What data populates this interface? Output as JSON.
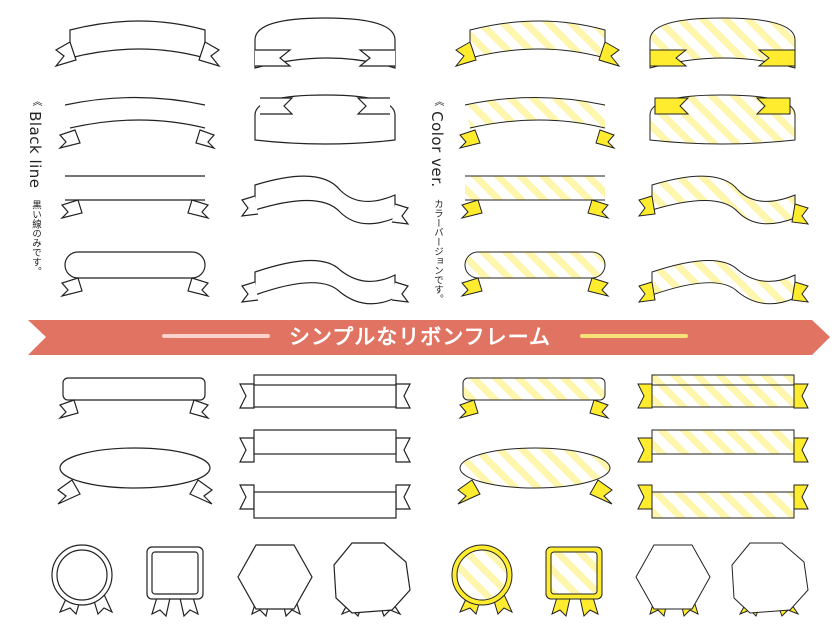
{
  "labels": {
    "black_main": "Black line",
    "black_sub": "黒い線のみです。",
    "color_main": "Color ver.",
    "color_sub": "カラーバージョンです。",
    "chevrons": "《"
  },
  "banner": {
    "title": "シンプルなリボンフレーム"
  },
  "colors": {
    "banner": "#e07361",
    "yellow": "#ffec2e",
    "stripe": "#fff6ad",
    "line": "#222222"
  }
}
